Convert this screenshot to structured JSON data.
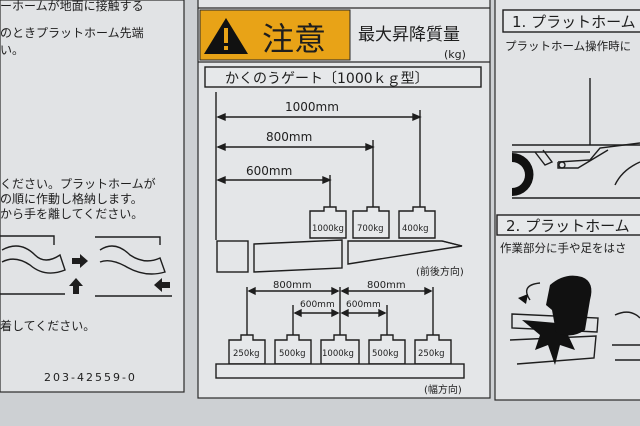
{
  "left_panel": {
    "lines_top": [
      "ーホームが地面に接触する",
      "のときプラットホーム先端",
      "い。"
    ],
    "lines_mid": [
      "ください。プラットホームが",
      "の順に作動し格納します。",
      "から手を離してください。"
    ],
    "line_bottom": "着してください。",
    "part_number": "203-42559-0"
  },
  "center_panel": {
    "caution_label": "注意",
    "caution_bg": "#e8a317",
    "max_load_title": "最大昇降質量",
    "max_load_unit": "(kg)",
    "gate_title": "かくのうゲート〔1000ｋｇ型〕",
    "front_back": {
      "distances": [
        "1000mm",
        "800mm",
        "600mm"
      ],
      "weights": [
        "1000kg",
        "700kg",
        "400kg"
      ],
      "direction_label": "(前後方向)"
    },
    "width_dir": {
      "distances_outer": [
        "800mm",
        "800mm"
      ],
      "distances_inner": [
        "600mm",
        "600mm"
      ],
      "weights": [
        "250kg",
        "500kg",
        "1000kg",
        "500kg",
        "250kg"
      ],
      "direction_label": "(幅方向)"
    }
  },
  "right_panel": {
    "section1_title": "1. プラットホーム",
    "section1_text": "プラットホーム操作時に",
    "section2_title": "2. プラットホーム",
    "section2_text": "作業部分に手や足をはさ"
  }
}
